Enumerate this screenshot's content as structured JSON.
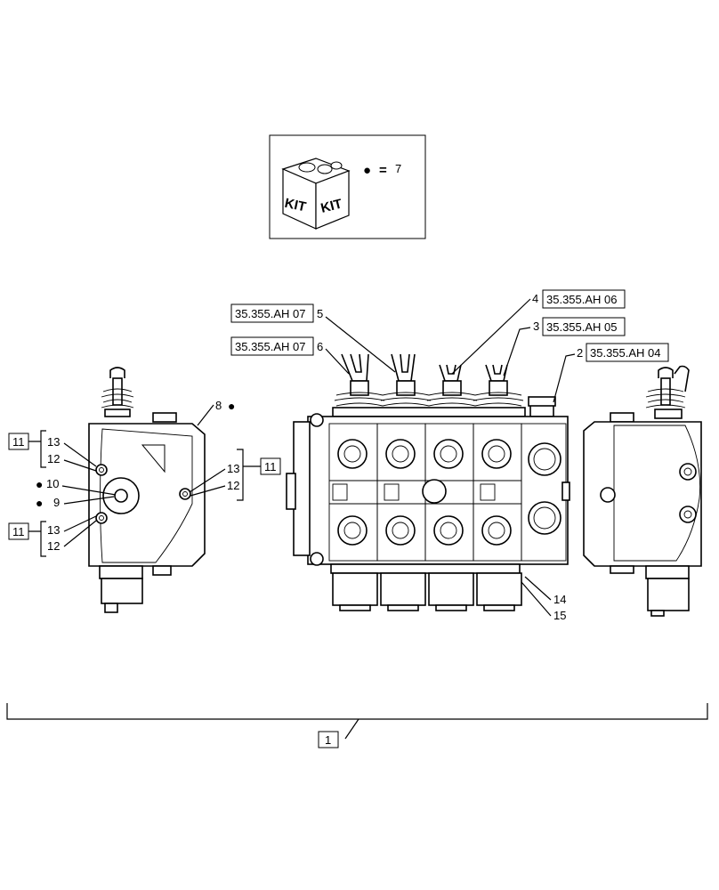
{
  "kit": {
    "icon_text_left": "KIT",
    "icon_text_right": "KIT",
    "legend_symbol": "●",
    "legend_equals": "=",
    "legend_number": "7"
  },
  "refs": {
    "r5": "35.355.AH 07",
    "r6": "35.355.AH 07",
    "r4": "35.355.AH 06",
    "r3": "35.355.AH 05",
    "r2": "35.355.AH 04"
  },
  "callouts": {
    "c1": "1",
    "c2": "2",
    "c3": "3",
    "c4": "4",
    "c5": "5",
    "c6": "6",
    "c8": "8",
    "c9": "9",
    "c10": "10",
    "c11a": "11",
    "c11b": "11",
    "c11c": "11",
    "c12a": "12",
    "c12b": "12",
    "c12c": "12",
    "c13a": "13",
    "c13b": "13",
    "c13c": "13",
    "c14": "14",
    "c15": "15"
  },
  "dot_symbol": "●"
}
